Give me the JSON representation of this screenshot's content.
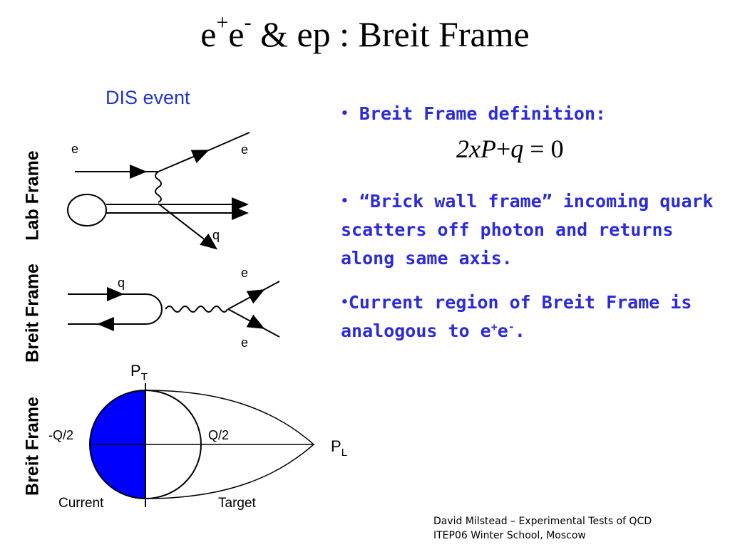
{
  "title": {
    "part1": "e",
    "sup1": "+",
    "part2": "e",
    "sup2": "-",
    "part3": " & ep : Breit Frame"
  },
  "dis_label": "DIS event",
  "vertical_labels": {
    "lab": "Lab Frame",
    "breit1": "Breit Frame",
    "breit2": "Breit Frame"
  },
  "lab_diagram": {
    "e_in": "e",
    "e_out": "e",
    "q": "q"
  },
  "breit_diagram": {
    "q": "q",
    "e_top": "e",
    "e_bottom": "e"
  },
  "breit_frame_diagram": {
    "pt": "P",
    "pt_sub": "T",
    "pl": "P",
    "pl_sub": "L",
    "neg_q": "-Q/2",
    "pos_q": "Q/2",
    "current": "Current",
    "target": "Target",
    "current_color": "#0000ff"
  },
  "bullets": {
    "b1": "Breit Frame definition:",
    "b2": "“Brick wall frame” incoming quark scatters off photon and returns along same axis.",
    "b3_pre": "Current region of Breit Frame is analogous to e",
    "b3_sup1": "+",
    "b3_mid": "e",
    "b3_sup2": "-",
    "b3_post": "."
  },
  "equation": {
    "lhs": "2xP",
    "plus": "+",
    "q": "q",
    "eq": "=",
    "rhs": "0"
  },
  "credit": {
    "line1": "David Milstead – Experimental Tests of QCD",
    "line2": "ITEP06 Winter School, Moscow"
  },
  "colors": {
    "text_blue": "#2b2bd9",
    "dis_blue": "#2233cc"
  }
}
